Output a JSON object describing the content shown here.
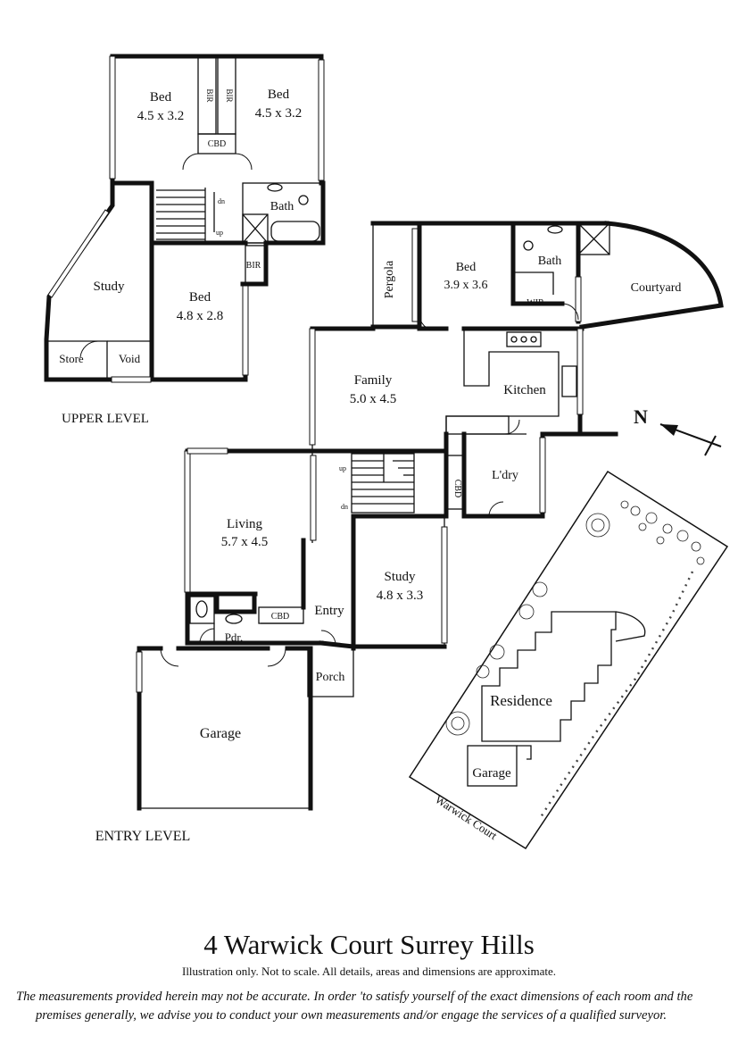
{
  "title": "4 Warwick Court Surrey Hills",
  "subtitle": "Illustration only. Not to scale. All details, areas and dimensions are approximate.",
  "disclaimer_line1": "The measurements provided herein may not be accurate. In order 'to satisfy yourself of the exact dimensions of each room and the",
  "disclaimer_line2": "premises generally, we advise you to conduct your own measurements and/or engage the services of a qualified surveyor.",
  "levels": {
    "upper": "UPPER LEVEL",
    "entry": "ENTRY LEVEL"
  },
  "compass": "N",
  "upper_level": {
    "bed1_name": "Bed",
    "bed1_size": "4.5 x 3.2",
    "bed2_name": "Bed",
    "bed2_size": "4.5 x 3.2",
    "bed3_name": "Bed",
    "bed3_size": "4.8 x 2.8",
    "bir": "BIR",
    "cbd": "CBD",
    "bath": "Bath",
    "study": "Study",
    "store": "Store",
    "void": "Void",
    "dn": "dn",
    "up": "up"
  },
  "entry_level": {
    "bed_name": "Bed",
    "bed_size": "3.9 x 3.6",
    "pergola": "Pergola",
    "bath": "Bath",
    "wir": "WIR",
    "courtyard": "Courtyard",
    "family_name": "Family",
    "family_size": "5.0 x 4.5",
    "kitchen": "Kitchen",
    "laundry": "L'dry",
    "cbd": "CBD",
    "living_name": "Living",
    "living_size": "5.7 x 4.5",
    "study_name": "Study",
    "study_size": "4.8 x 3.3",
    "entry": "Entry",
    "powder": "Pdr.",
    "porch": "Porch",
    "garage": "Garage",
    "up": "up",
    "dn": "dn"
  },
  "site_plan": {
    "residence": "Residence",
    "garage": "Garage",
    "street": "Warwick Court"
  }
}
